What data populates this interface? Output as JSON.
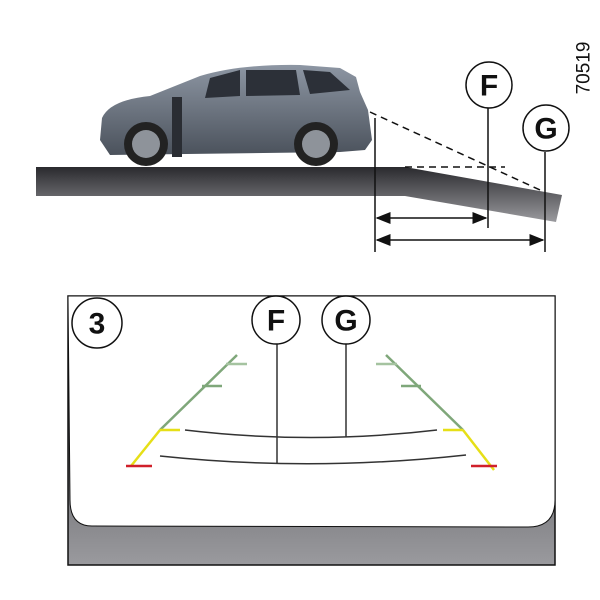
{
  "figure_id": "70519",
  "side_view": {
    "label_f": "F",
    "label_g": "G"
  },
  "camera_view": {
    "panel_number": "3",
    "label_f": "F",
    "label_g": "G"
  },
  "colors": {
    "green": "#7fa77a",
    "yellow": "#e6df17",
    "red": "#d0202a",
    "ground": "#3a3a3e"
  }
}
